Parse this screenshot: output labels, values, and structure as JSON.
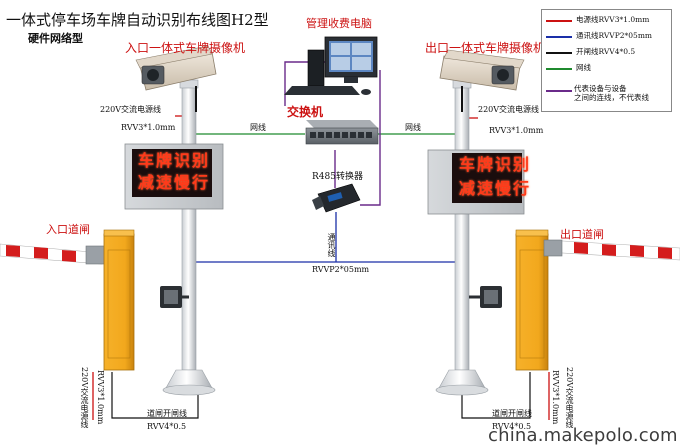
{
  "title": "一体式停车场车牌自动识别布线图H2型",
  "subtitle": "硬件网络型",
  "labels": {
    "entrance_camera": "入口一体式车牌摄像机",
    "exit_camera": "出口一体式车牌摄像机",
    "pc": "管理收费电脑",
    "switch": "交换机",
    "rs485": "R485转换器",
    "entrance_gate": "入口道闸",
    "exit_gate": "出口道闸"
  },
  "cables": {
    "power_in": "220V交流电源线",
    "power_in_spec": "RVV3*1.0mm",
    "power_out": "220V交流电源线",
    "power_out_spec": "RVV3*1.0mm",
    "network_left": "网线",
    "network_right": "网线",
    "comm_line": "通讯线",
    "rvvp_mid": "RVVP2*05mm",
    "gate_cable_left": "道闸开闸线",
    "gate_cable_right": "道闸开闸线",
    "gate_spec_left": "RVV4*0.5",
    "gate_spec_right": "RVV4*0.5",
    "gate_power_left": "220V交流电源线",
    "gate_power_left_spec": "RVV3*1.0mm",
    "gate_power_right": "220V交流电源线",
    "gate_power_right_spec": "RVV3*1.0mm"
  },
  "led_display": {
    "line1": "车牌识别",
    "line2": "减速慢行"
  },
  "legend": {
    "items": [
      {
        "label": "电源线RVV3*1.0mm",
        "color": "#cc1111"
      },
      {
        "label": "通讯线RVVP2*05mm",
        "color": "#1a2fa8"
      },
      {
        "label": "开闸线RVV4*0.5",
        "color": "#111111"
      },
      {
        "label": "网线",
        "color": "#1f8a2e"
      }
    ],
    "note_line1": "代表设备与设备",
    "note_line2": "之间的连线，不代表线"
  },
  "watermark": "china.makepolo.com",
  "colors": {
    "power": "#cc1111",
    "communication": "#1a2fa8",
    "gate": "#111111",
    "network": "#1f8a2e",
    "connection": "#6a2a8a",
    "led_text": "#ff3a1a",
    "gate_cabinet": "#f2a81d"
  }
}
